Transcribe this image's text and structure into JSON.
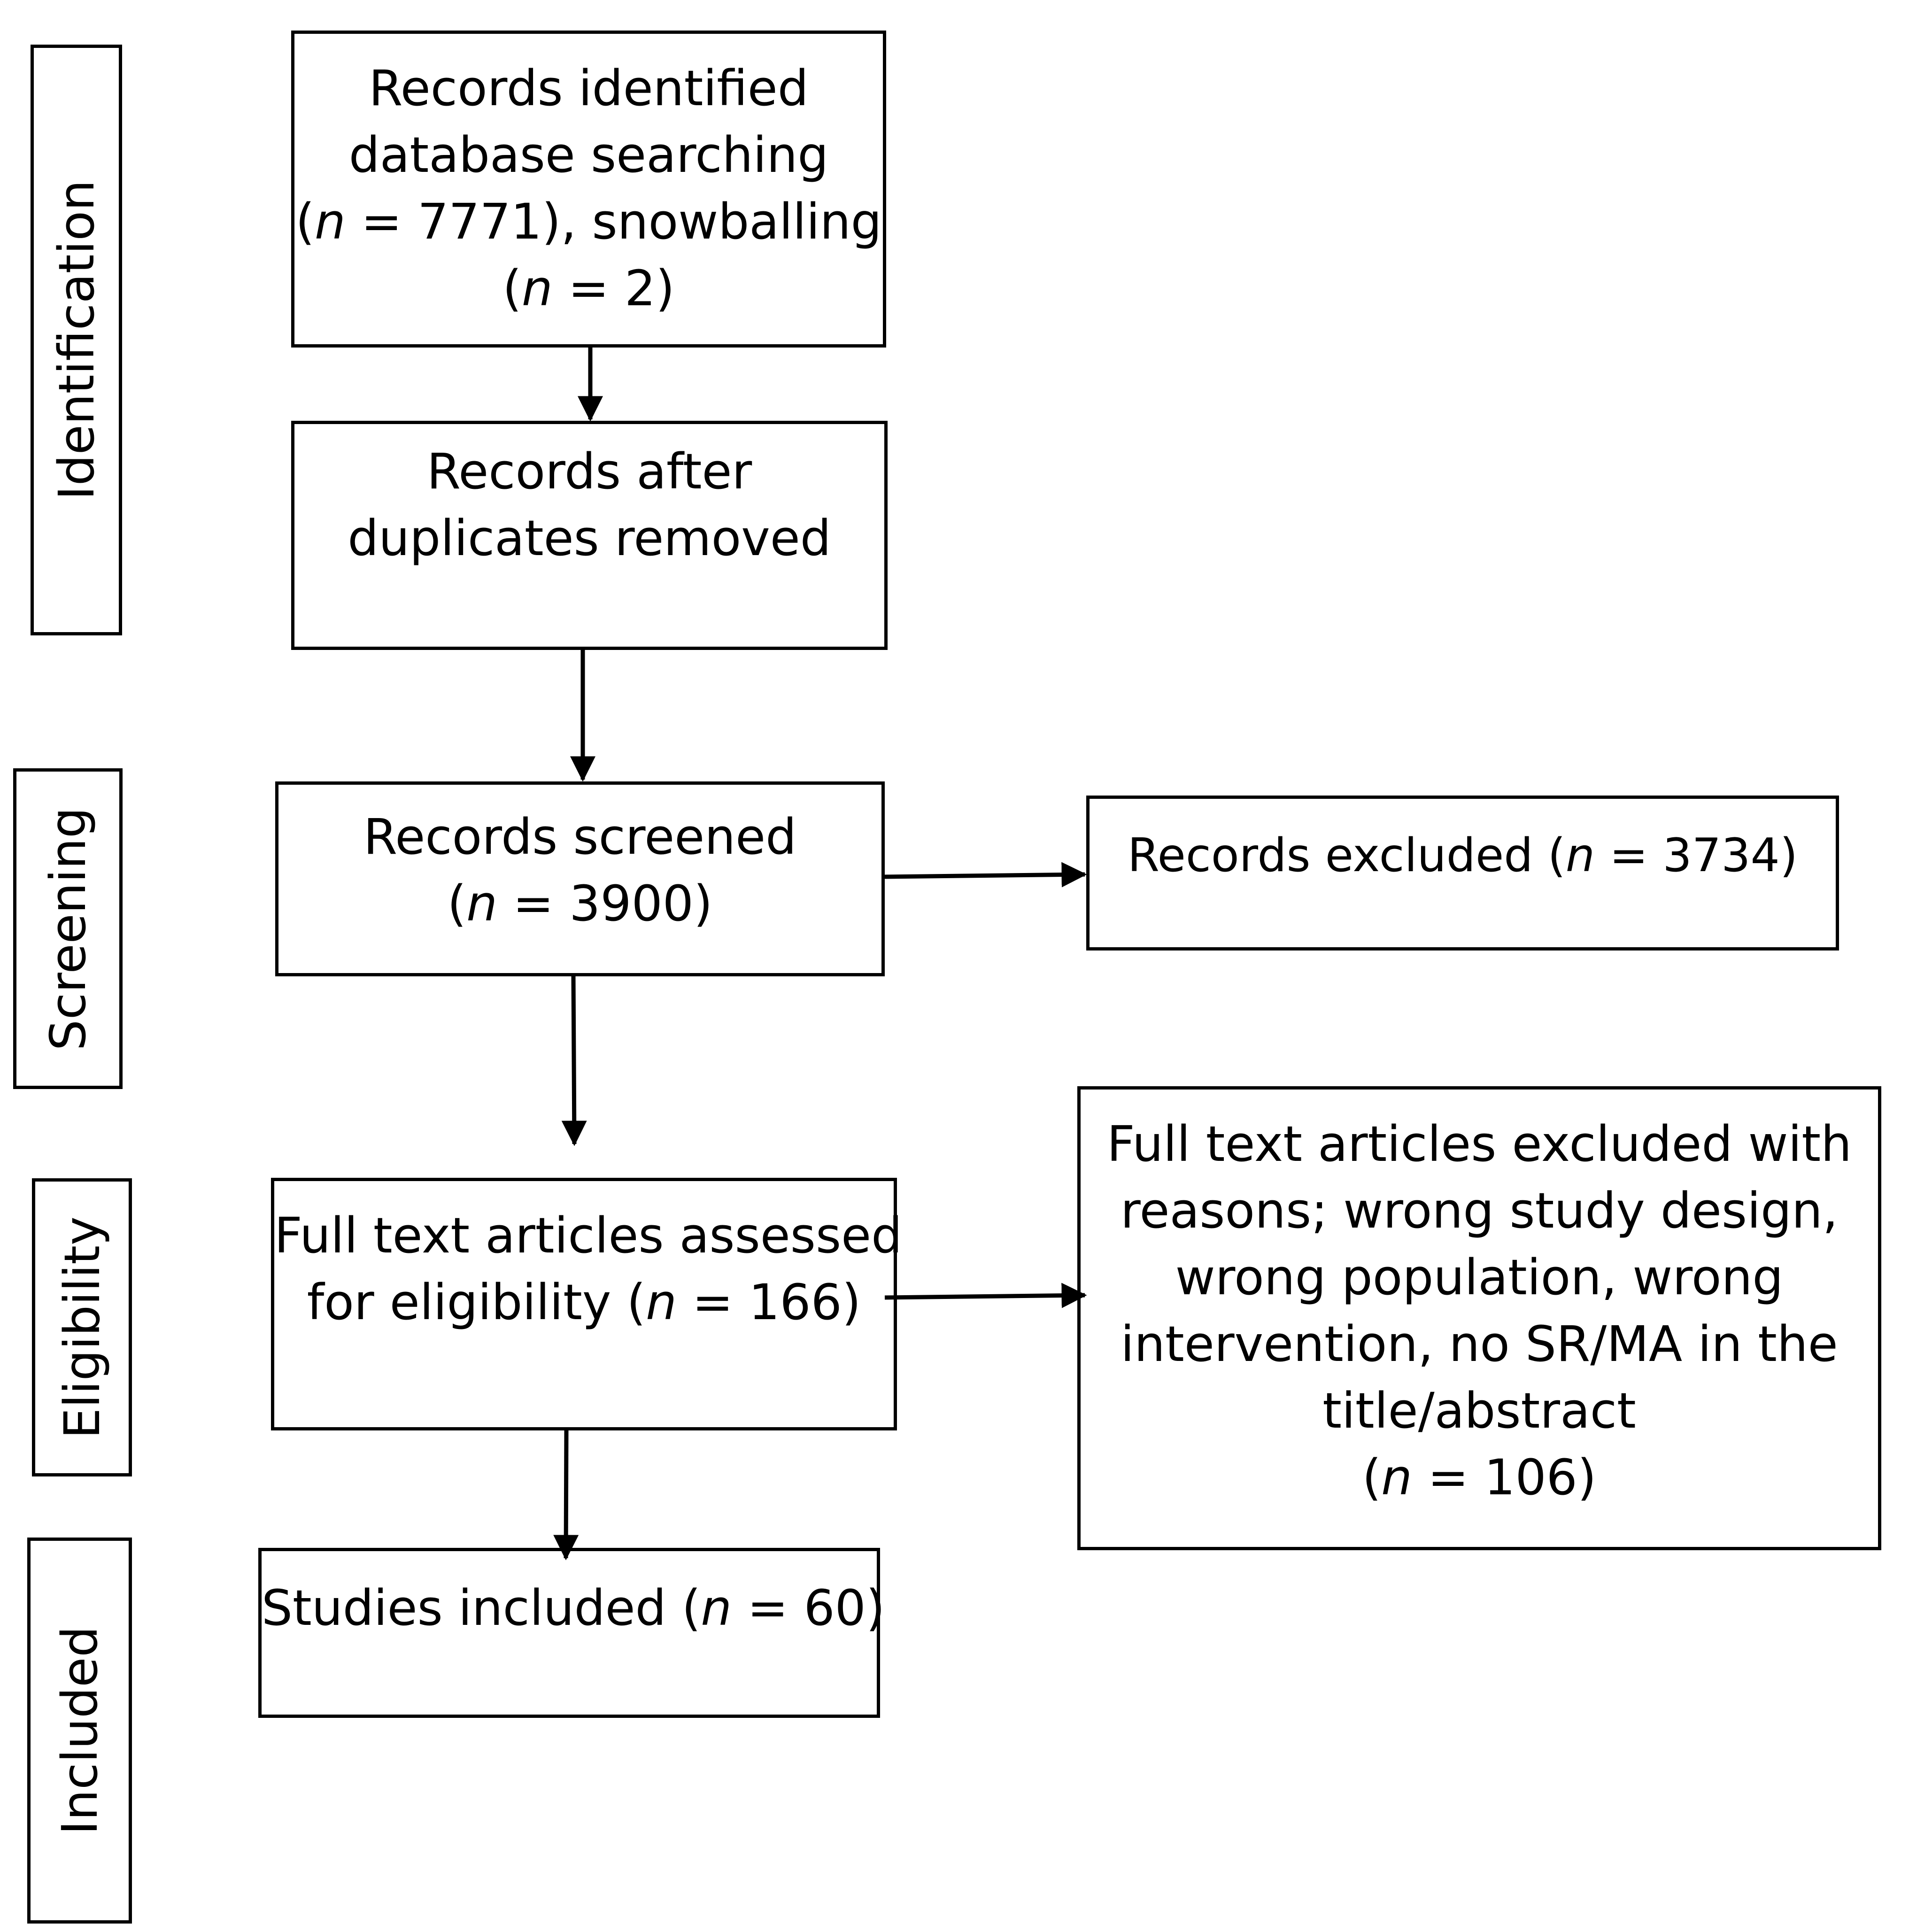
{
  "phases": {
    "identification": "Identification",
    "screening": "Screening",
    "eligibility": "Eligibility",
    "included": "Included"
  },
  "boxes": {
    "identified": {
      "line1": "Records identified",
      "line2": "database searching",
      "line3_open": "(",
      "line3_n": "n",
      "line3_rest": " = 7771), snowballing",
      "line4_open": "(",
      "line4_n": "n",
      "line4_rest": " = 2)"
    },
    "after_duplicates": {
      "line1": "Records after",
      "line2": "duplicates removed"
    },
    "screened": {
      "line1": "Records screened",
      "line2_open": "(",
      "line2_n": "n",
      "line2_rest": " = 3900)"
    },
    "excluded": {
      "text_before": "Records excluded (",
      "n": "n",
      "text_after": " = 3734)"
    },
    "full_text": {
      "line1": "Full text articles assessed",
      "line2_before": "for eligibility (",
      "line2_n": "n",
      "line2_after": " = 166)"
    },
    "full_text_excluded": {
      "line1": "Full text articles excluded with",
      "line2": "reasons; wrong study design,",
      "line3": "wrong population, wrong",
      "line4": "intervention, no SR/MA in the",
      "line5": "title/abstract",
      "line6_open": "(",
      "line6_n": "n",
      "line6_rest": " = 106)"
    },
    "included": {
      "text_before": "Studies included (",
      "n": "n",
      "text_after": " = 60)"
    }
  }
}
